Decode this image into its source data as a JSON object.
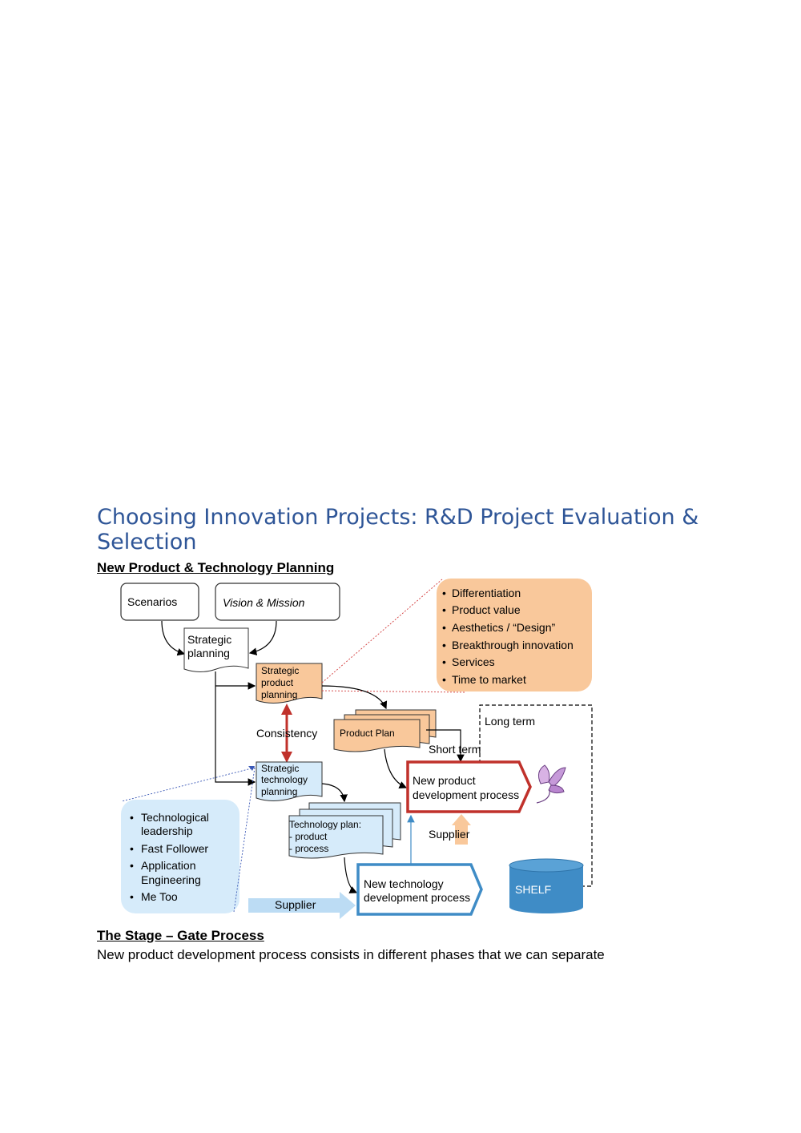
{
  "document": {
    "title": "Choosing Innovation Projects: R&D Project Evaluation & Selection",
    "section1_heading": "New Product & Technology Planning ",
    "section2_heading": "The Stage – Gate Process ",
    "body_text": "New product development process consists in different phases that we can separate"
  },
  "diagram": {
    "scenarios": "Scenarios",
    "vision_mission": "Vision & Mission",
    "strategic_planning": [
      "Strategic",
      "planning"
    ],
    "strategic_product_planning": [
      "Strategic",
      "product",
      "planning"
    ],
    "consistency": "Consistency",
    "strategic_technology_planning": [
      "Strategic",
      "technology",
      "planning"
    ],
    "product_plan": "Product Plan",
    "short_term": "Short term",
    "long_term": "Long term",
    "new_product_dev": [
      "New product",
      "development process"
    ],
    "supplier_top": "Supplier",
    "technology_plan": [
      "Technology plan:",
      "- product",
      "- process"
    ],
    "new_tech_dev": [
      "New technology",
      "development process"
    ],
    "supplier_bottom": "Supplier",
    "shelf": "SHELF",
    "product_bullets": [
      "Differentiation",
      "Product value",
      "Aesthetics / “Design”",
      "Breakthrough innovation",
      "Services",
      "Time to market"
    ],
    "tech_bullets": [
      [
        "Technological",
        "leadership"
      ],
      [
        "Fast Follower"
      ],
      [
        "Application",
        "Engineering"
      ],
      [
        "Me Too"
      ]
    ],
    "colors": {
      "orange": "#f9c89b",
      "light_blue": "#d6ebfa",
      "red": "#c0312b",
      "blue": "#3f8cc6",
      "shelf": "#3f8cc6"
    }
  }
}
